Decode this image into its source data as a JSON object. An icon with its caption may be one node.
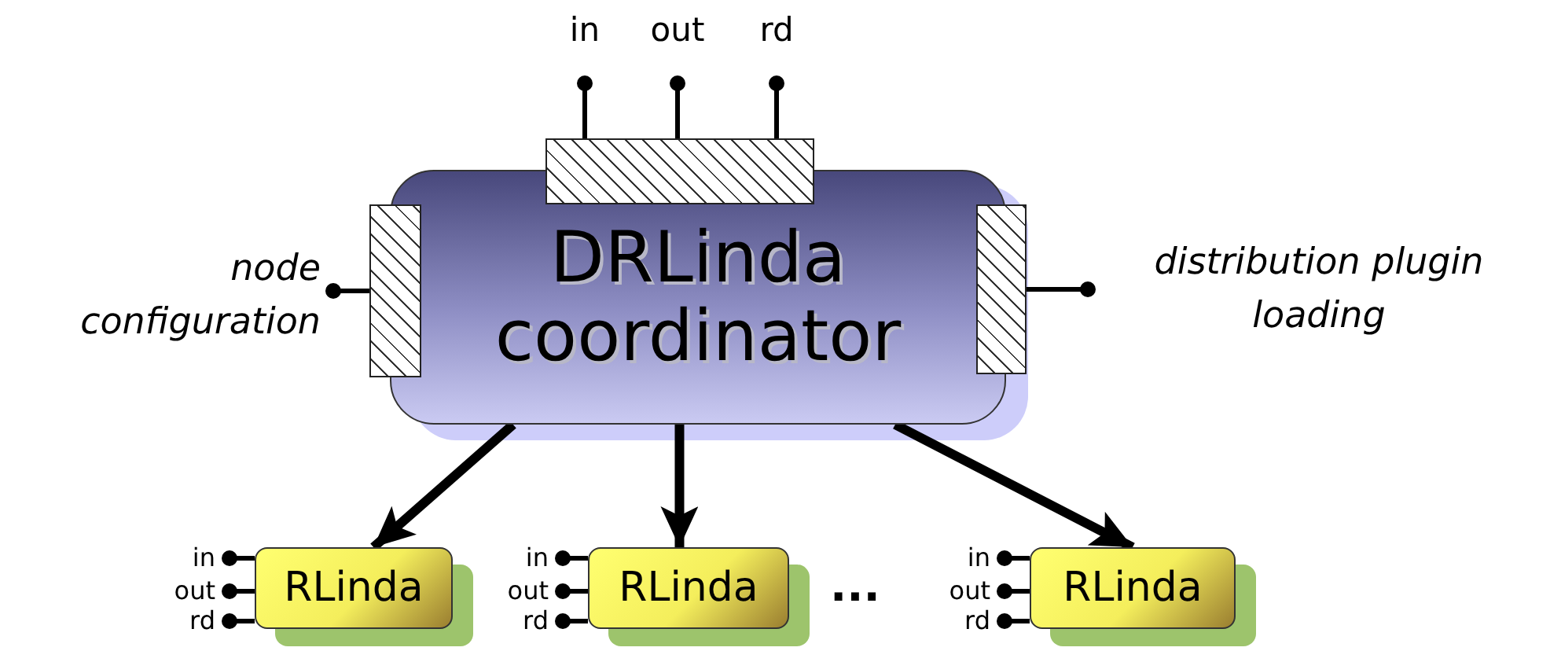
{
  "diagram": {
    "nodes": [
      {
        "text": [
          "DRLinda coordinator"
        ]
      },
      {
        "text": [],
        "shape": "box"
      },
      {
        "text": [],
        "shape": "box"
      },
      {
        "text": [],
        "shape": "box"
      },
      {
        "text": [
          "in"
        ]
      },
      {
        "text": [
          "out"
        ]
      },
      {
        "text": [
          "rd"
        ]
      },
      {
        "text": [
          "node configuration"
        ]
      },
      {
        "text": [
          "distribution plugin loading"
        ]
      },
      {
        "text": [
          "RLinda"
        ]
      },
      {
        "text": [
          "in"
        ]
      },
      {
        "text": [
          "out"
        ]
      },
      {
        "text": [
          "rd"
        ]
      },
      {
        "text": [
          "RLinda"
        ]
      },
      {
        "text": [
          "in"
        ]
      },
      {
        "text": [
          "out"
        ]
      },
      {
        "text": [
          "rd"
        ]
      },
      {
        "text": [
          "RLinda"
        ]
      },
      {
        "text": [
          "in"
        ]
      },
      {
        "text": [
          "out"
        ]
      },
      {
        "text": [
          "rd"
        ]
      }
    ],
    "edges": [
      {
        "from": 1,
        "to": 4,
        "arrow": "other"
      },
      {
        "from": 1,
        "to": 5,
        "arrow": "other"
      },
      {
        "from": 1,
        "to": 6,
        "arrow": "other"
      },
      {
        "from": 2,
        "to": 7,
        "arrow": "other"
      },
      {
        "from": 3,
        "to": 8,
        "arrow": "other"
      },
      {
        "from": 0,
        "to": 9,
        "arrow": "to",
        "style": "thick"
      },
      {
        "from": 0,
        "to": 13,
        "arrow": "to",
        "style": "thick"
      },
      {
        "from": 0,
        "to": 17,
        "arrow": "to",
        "style": "thick"
      },
      {
        "from": 9,
        "to": 10,
        "arrow": "other"
      },
      {
        "from": 9,
        "to": 11,
        "arrow": "other"
      },
      {
        "from": 9,
        "to": 12,
        "arrow": "other"
      },
      {
        "from": 13,
        "to": 14,
        "arrow": "other"
      },
      {
        "from": 13,
        "to": 15,
        "arrow": "other"
      },
      {
        "from": 13,
        "to": 16,
        "arrow": "other"
      },
      {
        "from": 17,
        "to": 18,
        "arrow": "other"
      },
      {
        "from": 17,
        "to": 19,
        "arrow": "other"
      },
      {
        "from": 17,
        "to": 20,
        "arrow": "other"
      }
    ],
    "labels": [
      "..."
    ]
  }
}
